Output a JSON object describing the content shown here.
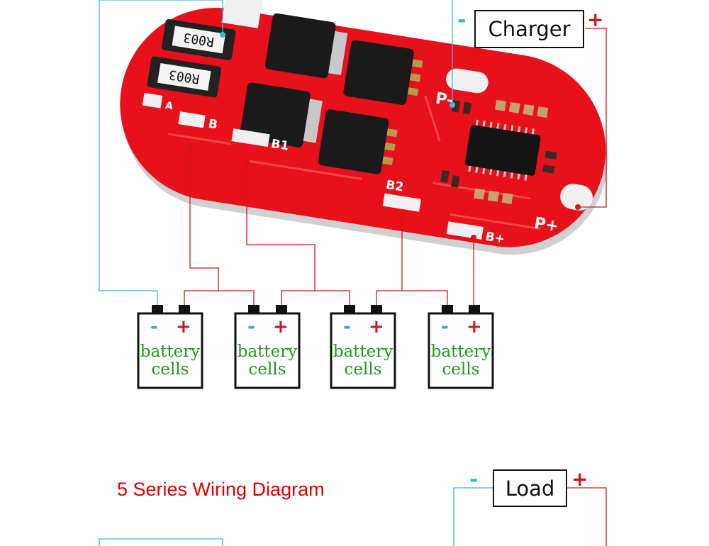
{
  "charger": {
    "label": "Charger",
    "neg_sign": "-",
    "pos_sign": "+"
  },
  "load": {
    "label": "Load",
    "neg_sign": "-",
    "pos_sign": "+"
  },
  "title": "5 Series Wiring Diagram",
  "board": {
    "resistor_marks": [
      "R003",
      "R003"
    ],
    "pad_labels": {
      "b_top": "B",
      "a": "A",
      "b": "B",
      "b1": "B1",
      "b2": "B2",
      "b_plus": "B+",
      "p_minus": "P-",
      "p_plus": "P+"
    }
  },
  "cells": [
    {
      "neg": "-",
      "pos": "+",
      "line1": "battery",
      "line2": "cells"
    },
    {
      "neg": "-",
      "pos": "+",
      "line1": "battery",
      "line2": "cells"
    },
    {
      "neg": "-",
      "pos": "+",
      "line1": "battery",
      "line2": "cells"
    },
    {
      "neg": "-",
      "pos": "+",
      "line1": "battery",
      "line2": "cells"
    }
  ],
  "colors": {
    "pcb": "#e8101a",
    "wire_red": "#d01818",
    "wire_blue": "#3cb8e0",
    "cell_text": "#1a9a1a",
    "title": "#e00000"
  }
}
